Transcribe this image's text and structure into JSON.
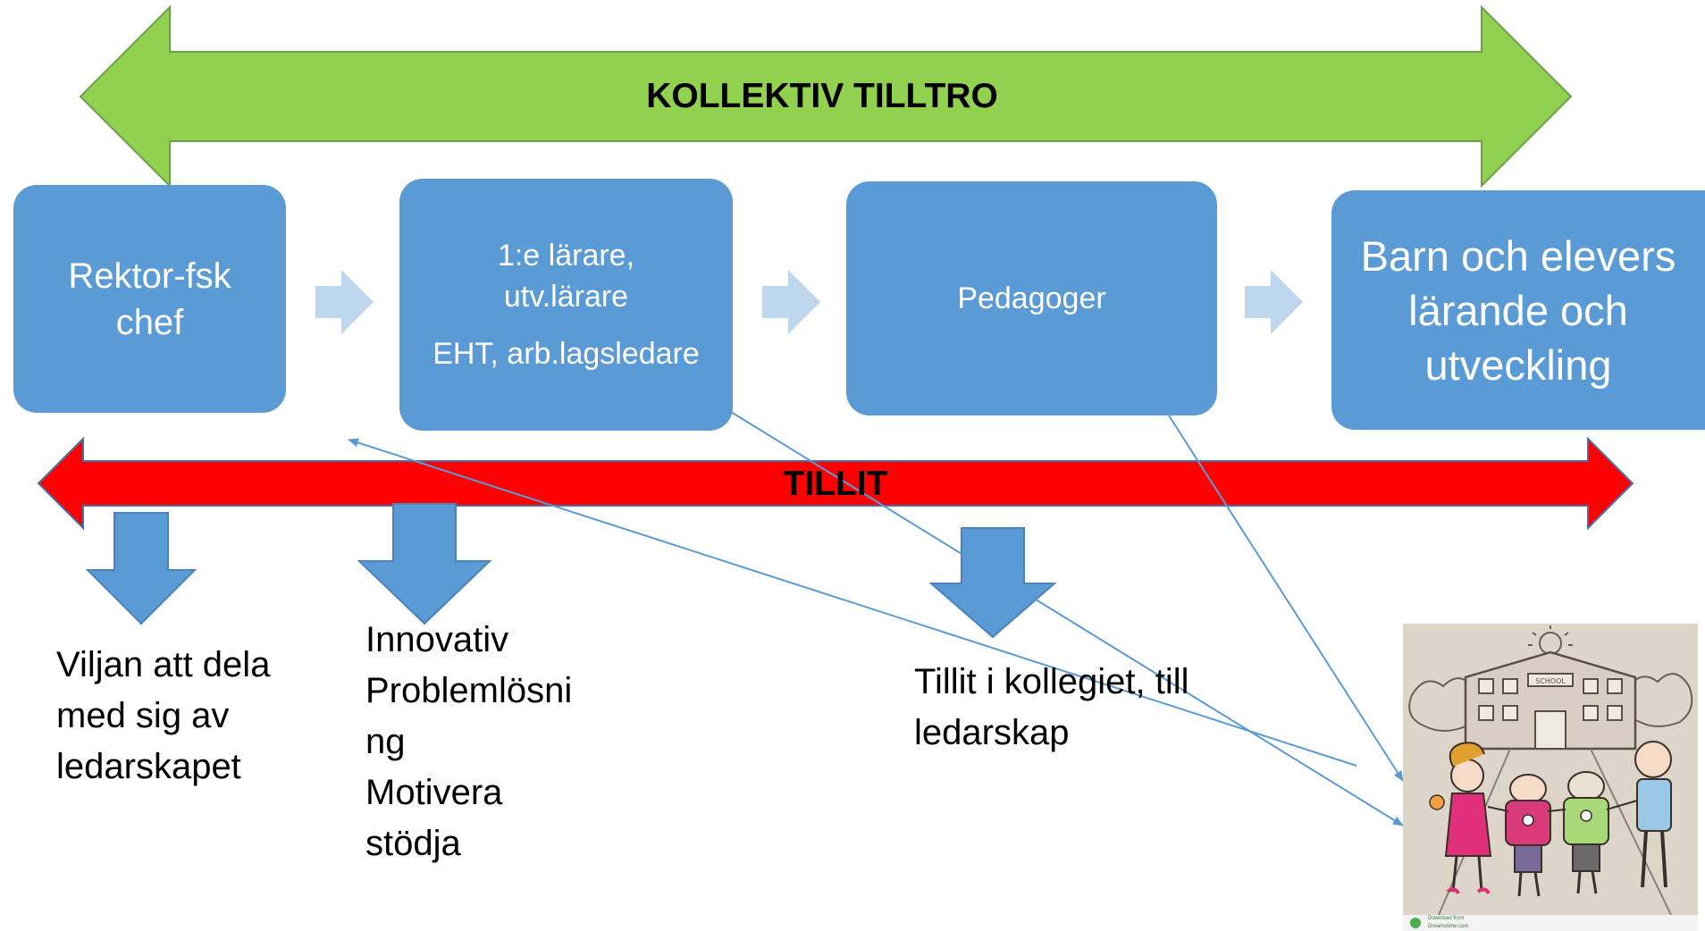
{
  "banners": {
    "top": "KOLLEKTIV TILLTRO",
    "bottom": "TILLIT"
  },
  "boxes": [
    {
      "lines": [
        "Rektor-fsk",
        "chef"
      ]
    },
    {
      "lines": [
        "1:e lärare,",
        "utv.lärare",
        "EHT, arb.lagsledare"
      ]
    },
    {
      "lines": [
        "Pedagoger"
      ]
    },
    {
      "lines": [
        "Barn och elevers",
        "lärande och",
        "utveckling"
      ]
    }
  ],
  "captions": [
    {
      "lines": [
        "Viljan att dela",
        "med sig av",
        "ledarskapet"
      ]
    },
    {
      "lines": [
        "Innovativ",
        "Problemlösni",
        "ng",
        "Motivera",
        "stödja"
      ]
    },
    {
      "lines": [
        "Tillit i kollegiet, till",
        "ledarskap"
      ]
    }
  ],
  "image": {
    "sign": "SCHOOL",
    "footer": [
      "Download from",
      "Dreamstime.com"
    ]
  },
  "colors": {
    "green_arrow": "#92d050",
    "red_arrow": "#ff0000",
    "box_fill": "#5b9bd5",
    "light_arrow": "#bdd7ee",
    "down_arrow": "#5b9bd5",
    "connector_line": "#5b9bd5"
  }
}
